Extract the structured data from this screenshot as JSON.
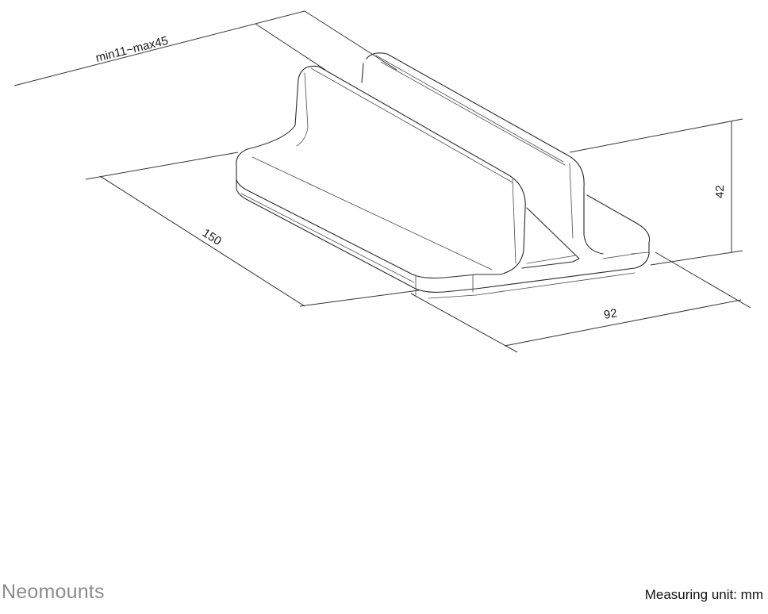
{
  "diagram": {
    "dimensions": {
      "slot_width": "min11~max45",
      "length": "150",
      "height": "42",
      "width": "92"
    }
  },
  "footer": {
    "brand": "Neomounts",
    "unit_label": "Measuring unit: mm"
  }
}
